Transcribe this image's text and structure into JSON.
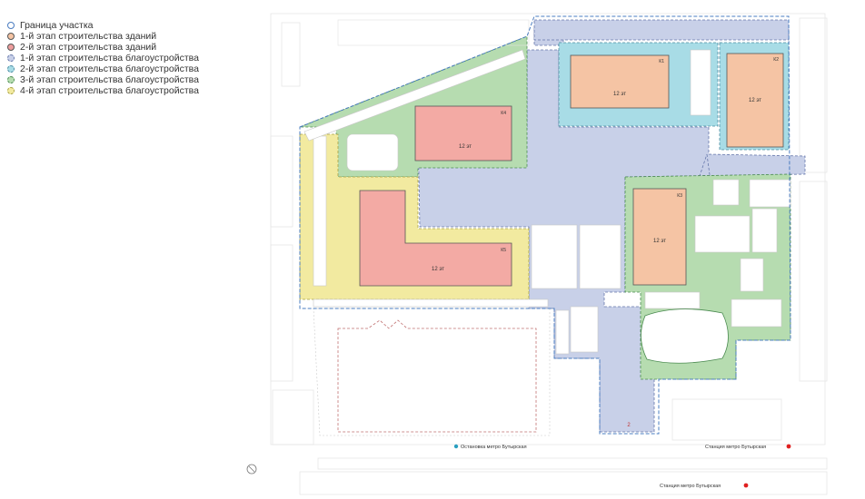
{
  "legend": [
    {
      "label": "Граница участка",
      "fill": "#ffffff",
      "border": "#4a7cc0",
      "style": "solid"
    },
    {
      "label": "1-й этап строительства зданий",
      "fill": "#f5c4a4",
      "border": "#555555",
      "style": "solid"
    },
    {
      "label": "2-й этап строительства зданий",
      "fill": "#ee9e9e",
      "border": "#555555",
      "style": "solid"
    },
    {
      "label": "1-й этап строительства благоустройства",
      "fill": "#c8d0e8",
      "border": "#6677aa",
      "style": "dashed"
    },
    {
      "label": "2-й этап строительства благоустройства",
      "fill": "#a8dce6",
      "border": "#4a8aa0",
      "style": "dashed"
    },
    {
      "label": "3-й этап строительства благоустройства",
      "fill": "#b6dcb0",
      "border": "#4a8a50",
      "style": "dashed"
    },
    {
      "label": "4-й этап строительства благоустройства",
      "fill": "#f2eaa0",
      "border": "#a8a040",
      "style": "dashed"
    }
  ],
  "buildings": [
    {
      "tag": "К1",
      "floors": "12 эт"
    },
    {
      "tag": "К2",
      "floors": "12 эт"
    },
    {
      "tag": "К4",
      "floors": "12 эт"
    },
    {
      "tag": "К3",
      "floors": "12 эт"
    },
    {
      "tag": "К5",
      "floors": "12 эт"
    }
  ],
  "labels": {
    "bus_stop": "Остановка метро Бутырская",
    "metro_1": "Станция метро Бутырская",
    "metro_2": "Станция метро Бутырская",
    "marker_2": "2"
  },
  "colors": {
    "bus_stop_dot": "#2a9fc0",
    "metro_dot": "#e02020"
  }
}
